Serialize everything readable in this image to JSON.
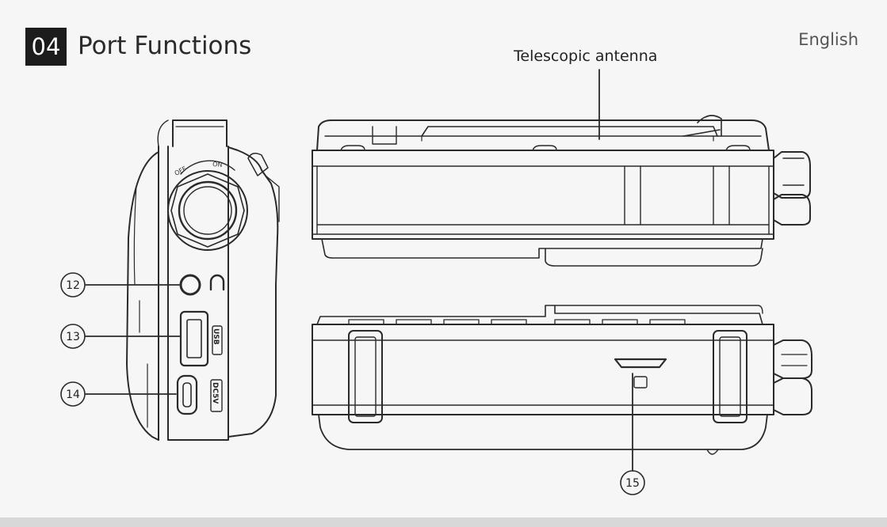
{
  "header": {
    "section_number": "04",
    "section_title": "Port Functions",
    "language": "English"
  },
  "labels": {
    "antenna": "Telescopic antenna",
    "switch_off": "OFF",
    "switch_on": "ON",
    "usb_port": "USB",
    "dc_port": "DC5V"
  },
  "callouts": [
    {
      "number": "12",
      "target": "headphone jack"
    },
    {
      "number": "13",
      "target": "USB port"
    },
    {
      "number": "14",
      "target": "DC5V port"
    },
    {
      "number": "15",
      "target": "card slot"
    }
  ],
  "colors": {
    "line": "#2a2a2a",
    "background": "#f6f6f6",
    "header_box": "#1c1c1c"
  }
}
